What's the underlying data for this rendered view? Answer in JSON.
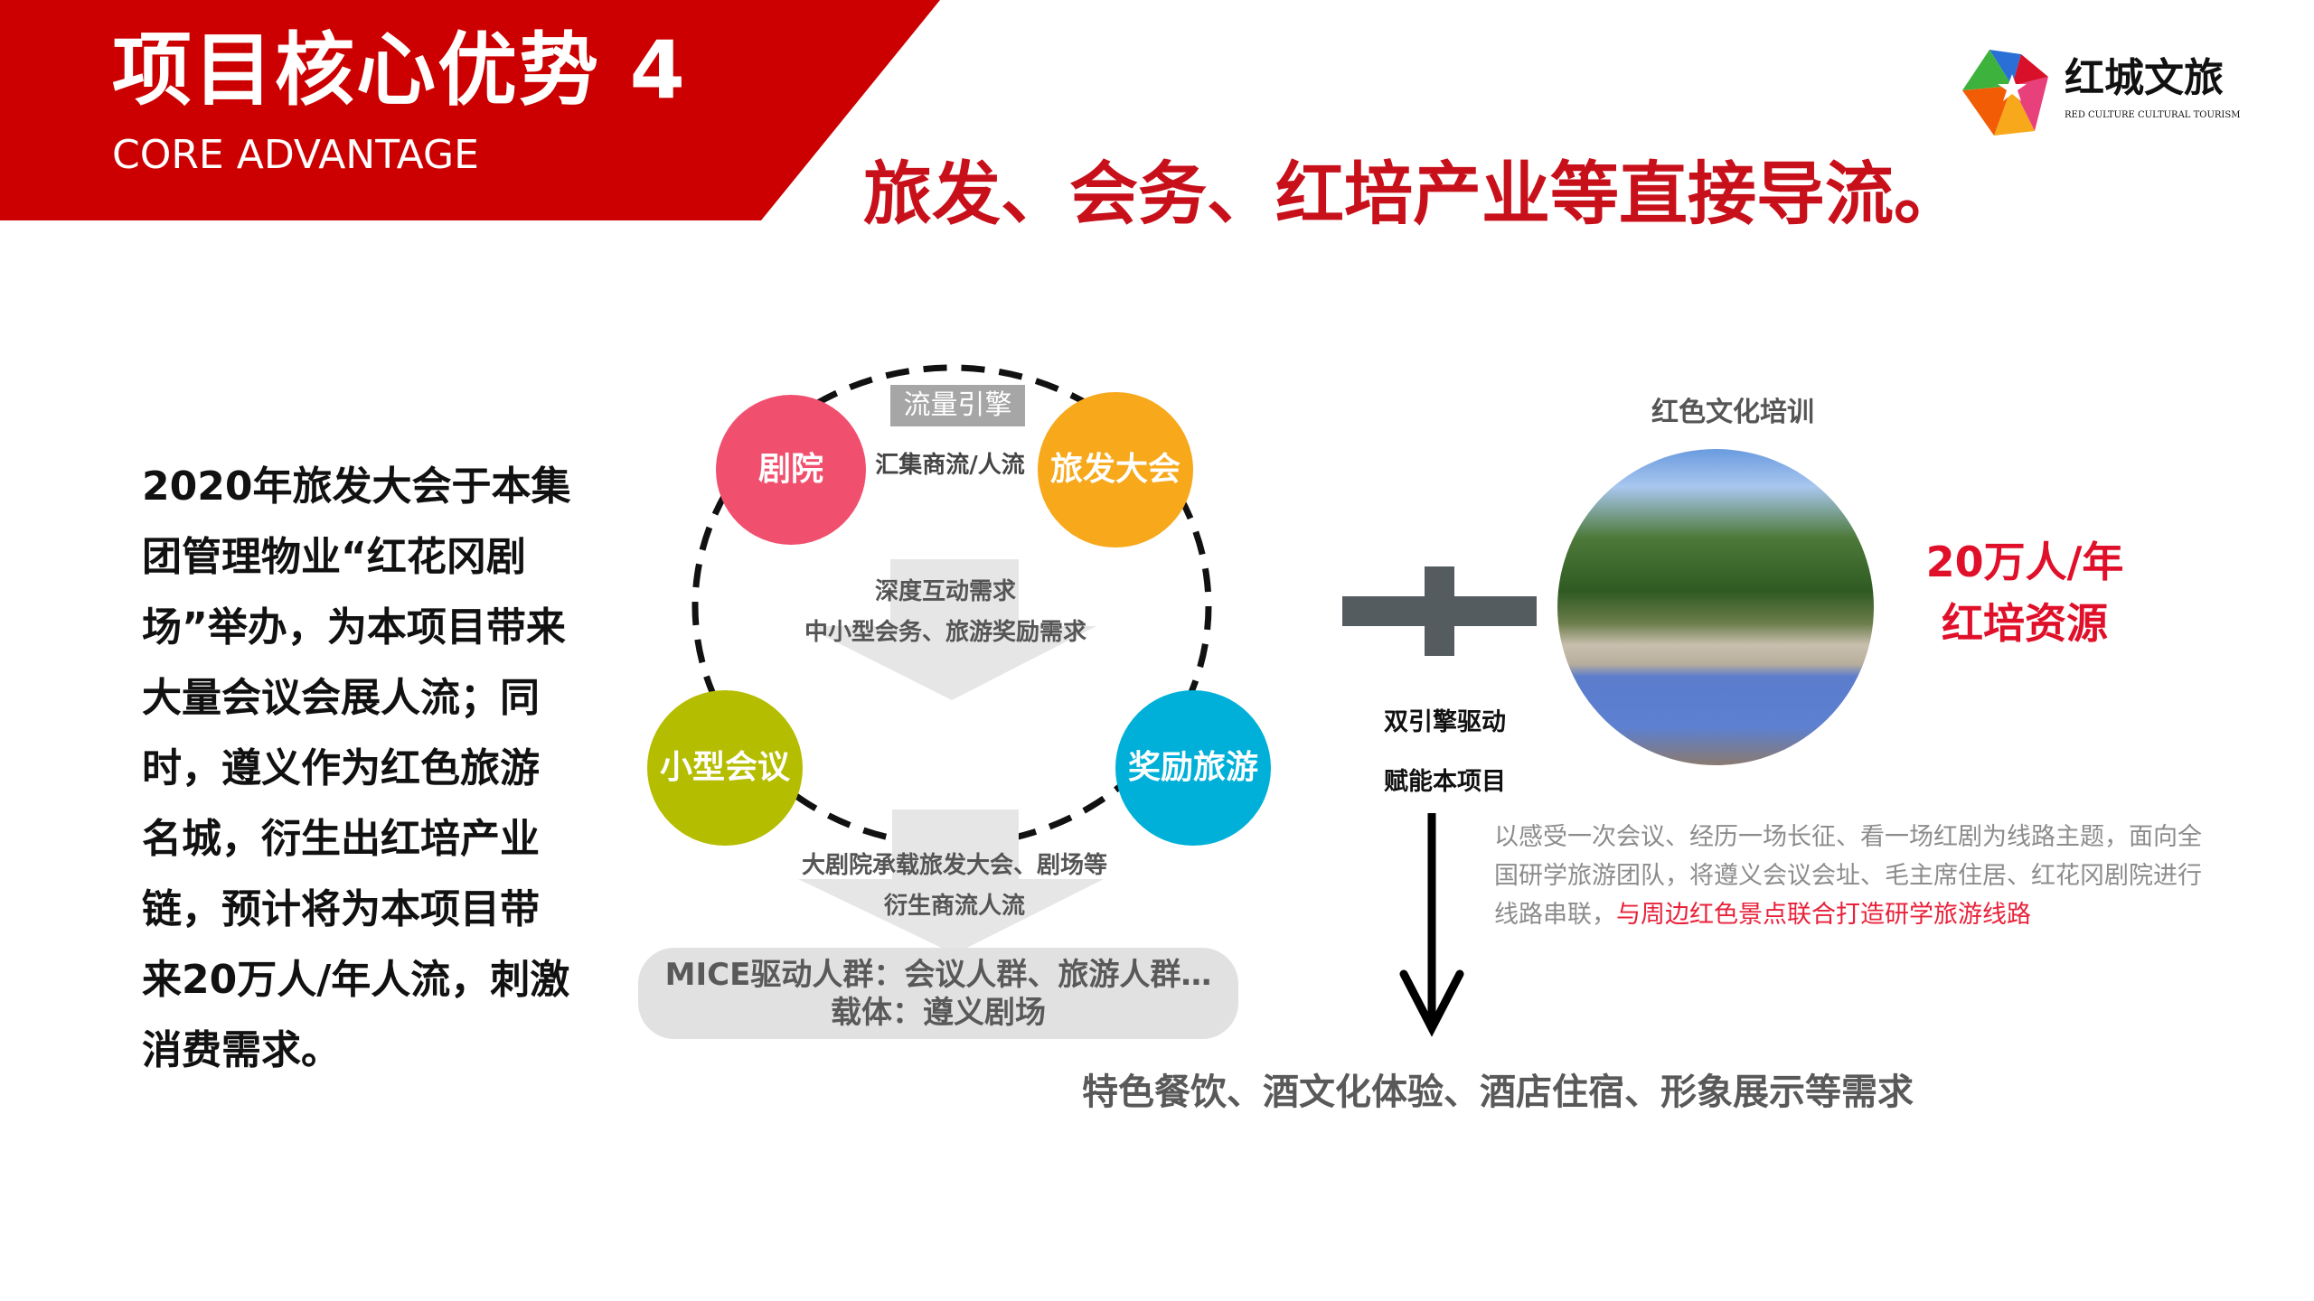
{
  "header": {
    "title": "项目核心优势 4",
    "subtitle": "CORE ADVANTAGE",
    "headline": "旅发、会务、红培产业等直接导流。"
  },
  "logo": {
    "name": "红城文旅",
    "tagline": "RED CULTURE CULTURAL TOURISM"
  },
  "left_text": "2020年旅发大会于本集团管理物业“红花冈剧场”举办，为本项目带来大量会议会展人流；同时，遵义作为红色旅游名城，衍生出红培产业链，预计将为本项目带来20万人/年人流，刺激消费需求。",
  "diagram": {
    "engine_label": "流量引擎",
    "nodes": [
      {
        "label": "剧院",
        "color": "#f0506e"
      },
      {
        "label": "旅发大会",
        "color": "#f7a81b"
      },
      {
        "label": "小型会议",
        "color": "#b5bd00"
      },
      {
        "label": "奖励旅游",
        "color": "#00b0d8"
      }
    ],
    "top_text": "汇集商流/人流",
    "middle_text": [
      "深度互动需求",
      "中小型会务、旅游奖励需求"
    ],
    "bottom_text": [
      "大剧院承载旅发大会、剧场等",
      "衍生商流人流"
    ],
    "mice": [
      "MICE驱动人群：会议人群、旅游人群…",
      "载体：遵义剧场"
    ]
  },
  "right": {
    "photo_caption": "红色文化培训",
    "stat_line1": "20万人/年",
    "stat_line2": "红培资源",
    "engine_lines": [
      "双引擎驱动",
      "赋能本项目"
    ],
    "paragraph_gray": "以感受一次会议、经历一场长征、看一场红剧为线路主题，面向全国研学旅游团队，将遵义会议会址、毛主席住居、红花冈剧院进行线路串联，",
    "paragraph_red": "与周边红色景点联合打造研学旅游线路"
  },
  "bottom_text": "特色餐饮、酒文化体验、酒店住宿、形象展示等需求",
  "colors": {
    "brand_red": "#c8101b",
    "stat_red": "#e0102a"
  }
}
